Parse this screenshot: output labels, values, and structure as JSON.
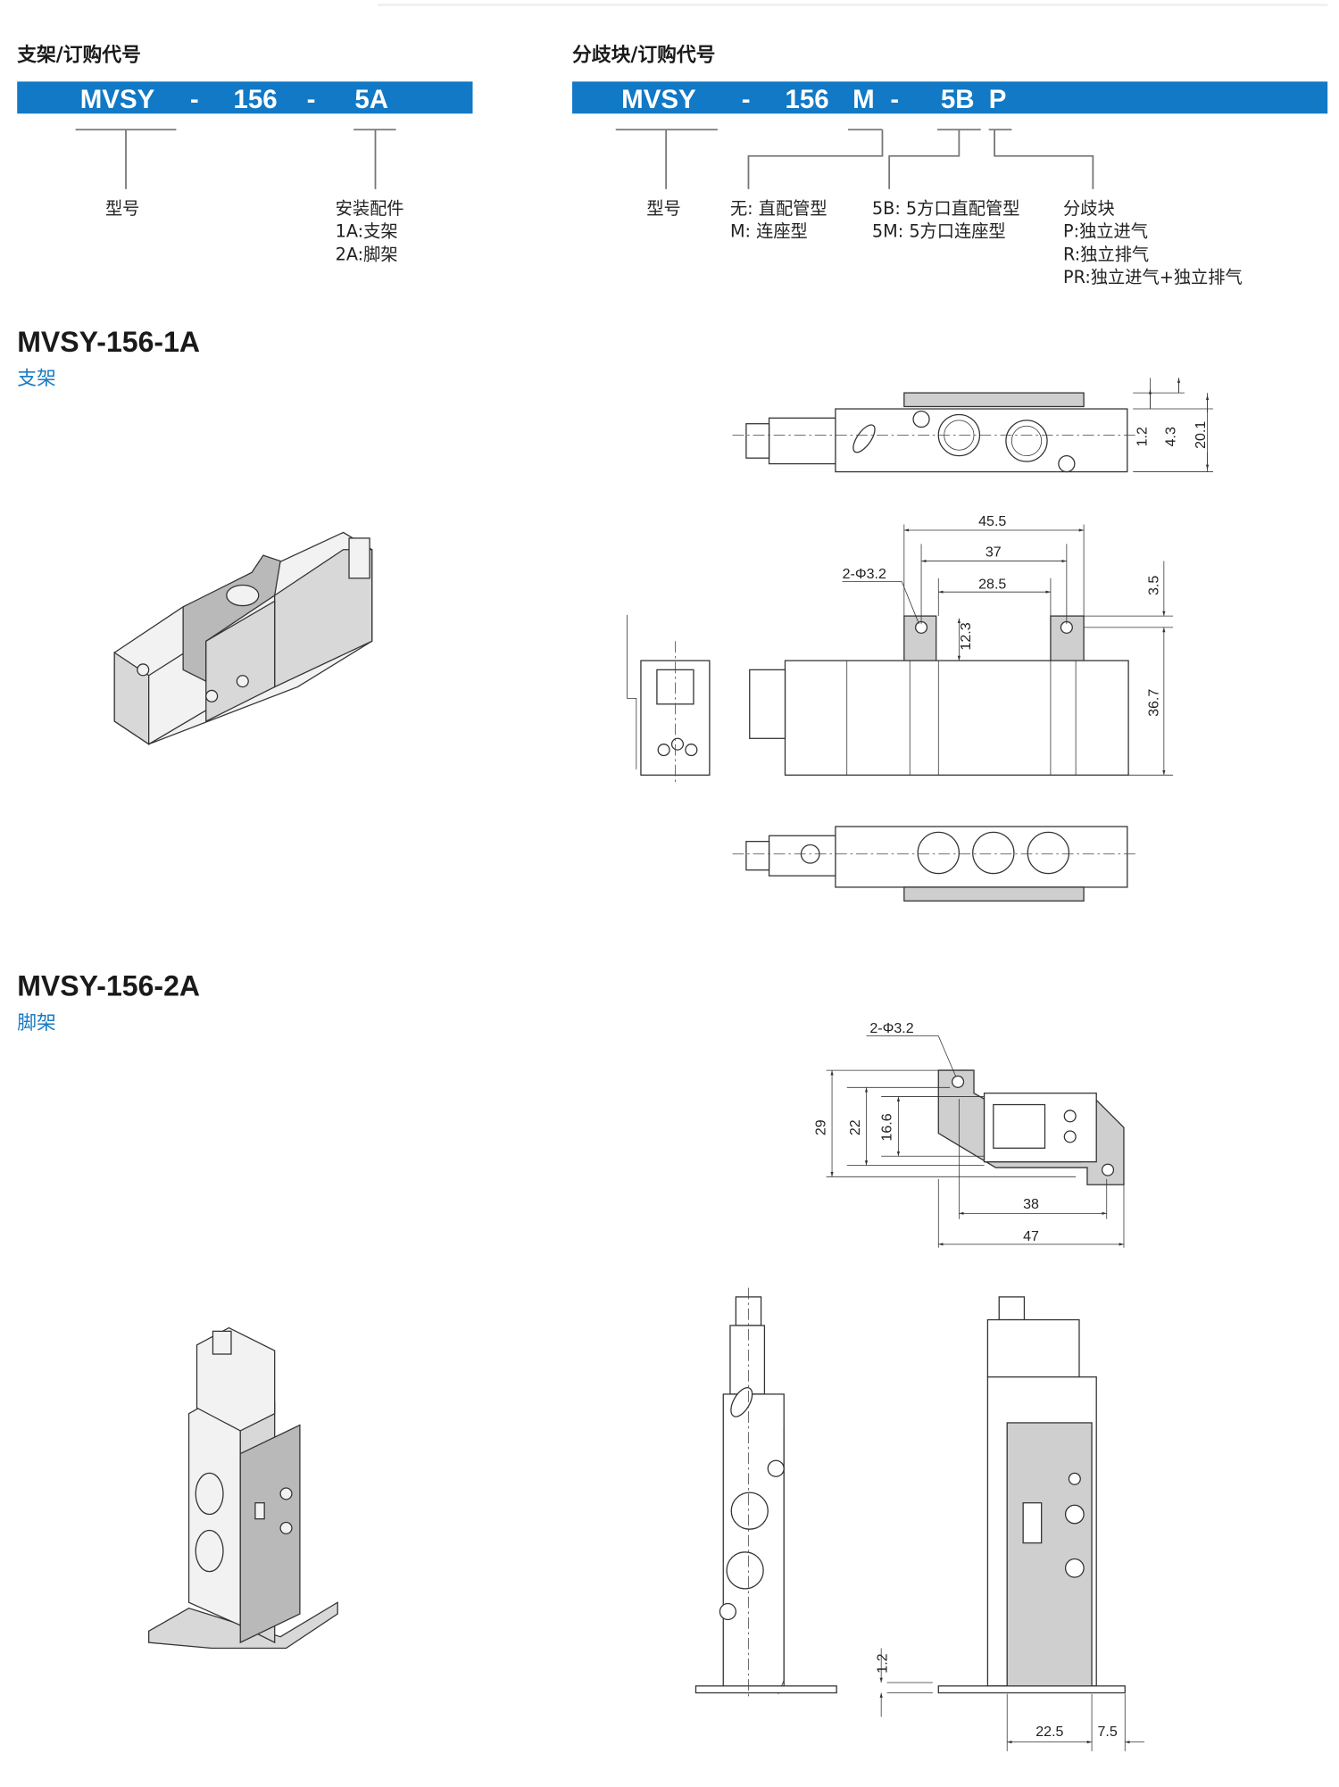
{
  "colors": {
    "accent_blue": "#1a7cc4",
    "bar_blue": "#1179c6",
    "bracket_gray": "#cfcfcf"
  },
  "bracket_order": {
    "heading": "支架/订购代号",
    "code_parts": [
      "MVSY",
      "-",
      "156",
      "-",
      "5A"
    ],
    "model_label": "型号",
    "accessory_label": "安装配件",
    "accessory_options": [
      "1A:支架",
      "2A:脚架"
    ]
  },
  "manifold_order": {
    "heading": "分歧块/订购代号",
    "code_parts": [
      "MVSY",
      "-",
      "156",
      "M",
      "-",
      "5B",
      "P"
    ],
    "model_label": "型号",
    "type_options": [
      "无: 直配管型",
      "M: 连座型"
    ],
    "port_options": [
      "5B: 5方口直配管型",
      "5M: 5方口连座型"
    ],
    "block_label": "分歧块",
    "block_options": [
      "P:独立进气",
      "R:独立排气",
      "PR:独立进气+独立排气"
    ]
  },
  "section_1a": {
    "title": "MVSY-156-1A",
    "subtitle": "支架",
    "dims": {
      "d1": "1.2",
      "d2": "4.3",
      "d3": "20.1",
      "d4": "45.5",
      "d5": "37",
      "d6": "28.5",
      "hole": "2-Φ3.2",
      "d7": "12.3",
      "d8": "3.5",
      "d9": "36.7"
    }
  },
  "section_2a": {
    "title": "MVSY-156-2A",
    "subtitle": "脚架",
    "dims": {
      "hole": "2-Φ3.2",
      "d1": "29",
      "d2": "22",
      "d3": "16.6",
      "d4": "38",
      "d5": "47",
      "d6": "1.2",
      "d7": "22.5",
      "d8": "7.5"
    }
  }
}
